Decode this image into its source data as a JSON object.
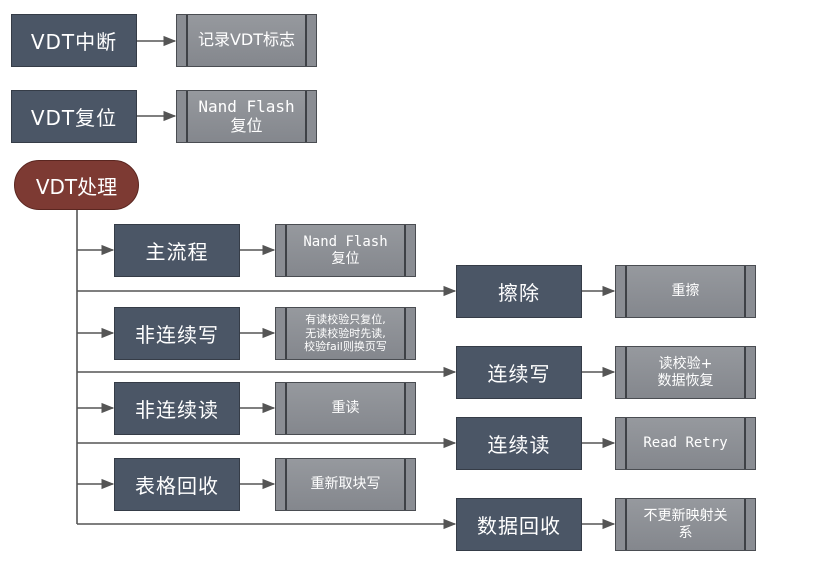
{
  "top": {
    "vdt_interrupt": "VDT中断",
    "record_flag": "记录VDT标志",
    "vdt_reset": "VDT复位",
    "nand_reset": "Nand Flash\n复位"
  },
  "root": {
    "label": "VDT处理"
  },
  "left": {
    "main_flow": "主流程",
    "main_flow_action": "Nand Flash\n复位",
    "noncont_write": "非连续写",
    "noncont_write_action": "有读校验只复位,\n无读校验时先读,\n校验fail则换页写",
    "noncont_read": "非连续读",
    "noncont_read_action": "重读",
    "table_recycle": "表格回收",
    "table_recycle_action": "重新取块写"
  },
  "right": {
    "erase": "擦除",
    "erase_action": "重擦",
    "cont_write": "连续写",
    "cont_write_action": "读校验+\n数据恢复",
    "cont_read": "连续读",
    "cont_read_action": "Read Retry",
    "data_recycle": "数据回收",
    "data_recycle_action": "不更新映射关\n系"
  },
  "colors": {
    "process_box": "#4b5666",
    "action_box": "#8a8d93",
    "root_pill": "#7d3a33",
    "connector": "#555555"
  }
}
